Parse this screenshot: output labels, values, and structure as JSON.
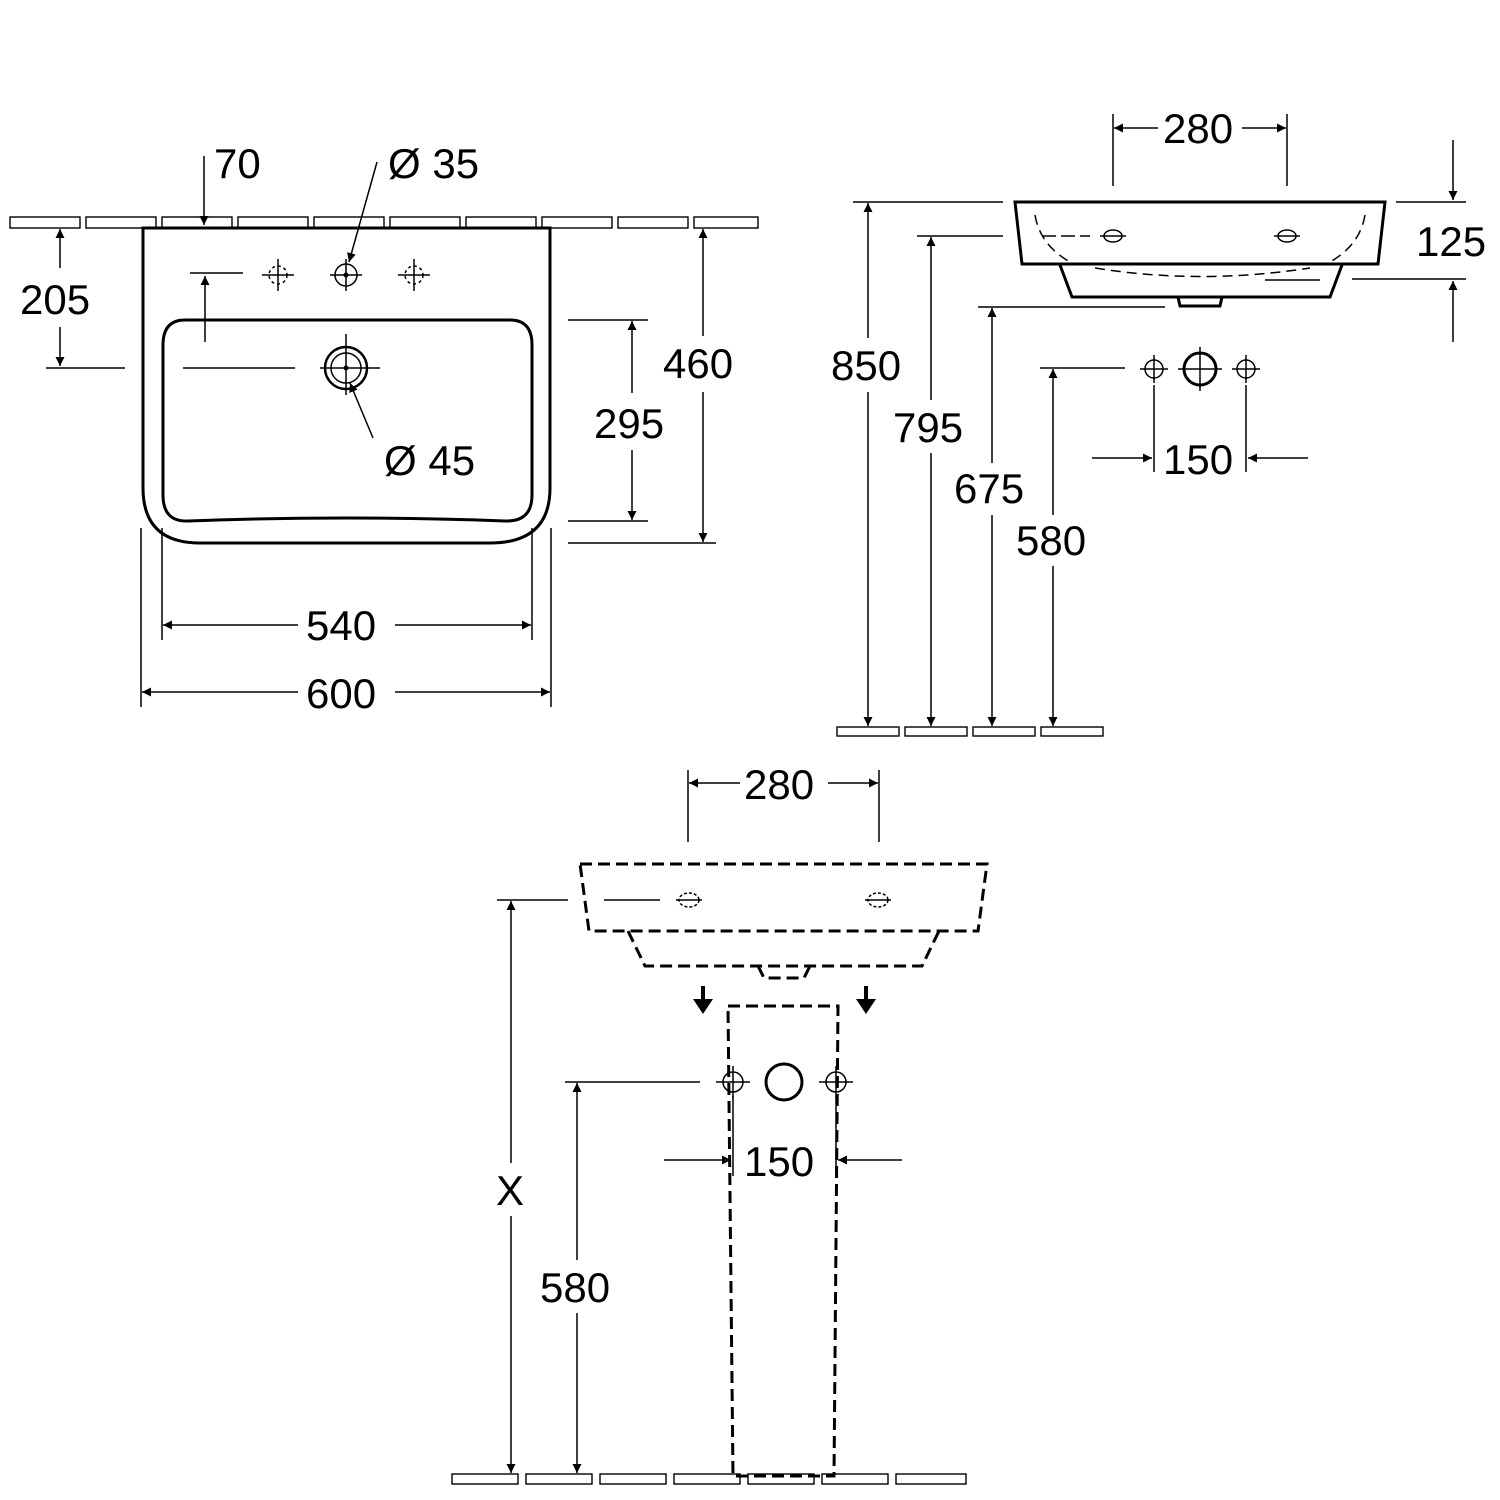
{
  "top_view": {
    "tap_hole_offset": "70",
    "tap_hole_diameter": "Ø 35",
    "tap_hole_depth": "205",
    "waste_diameter": "Ø 45",
    "bowl_depth": "295",
    "basin_depth": "460",
    "bowl_width": "540",
    "basin_width": "600"
  },
  "side_view": {
    "fixing_spacing": "280",
    "rim_height_from_floor": "850",
    "fixing_height": "795",
    "waste_height": "675",
    "supply_height": "580",
    "supply_spacing": "150",
    "basin_thickness": "125"
  },
  "pedestal_view": {
    "fixing_spacing": "280",
    "supply_spacing": "150",
    "variable_height": "X",
    "supply_height": "580"
  }
}
